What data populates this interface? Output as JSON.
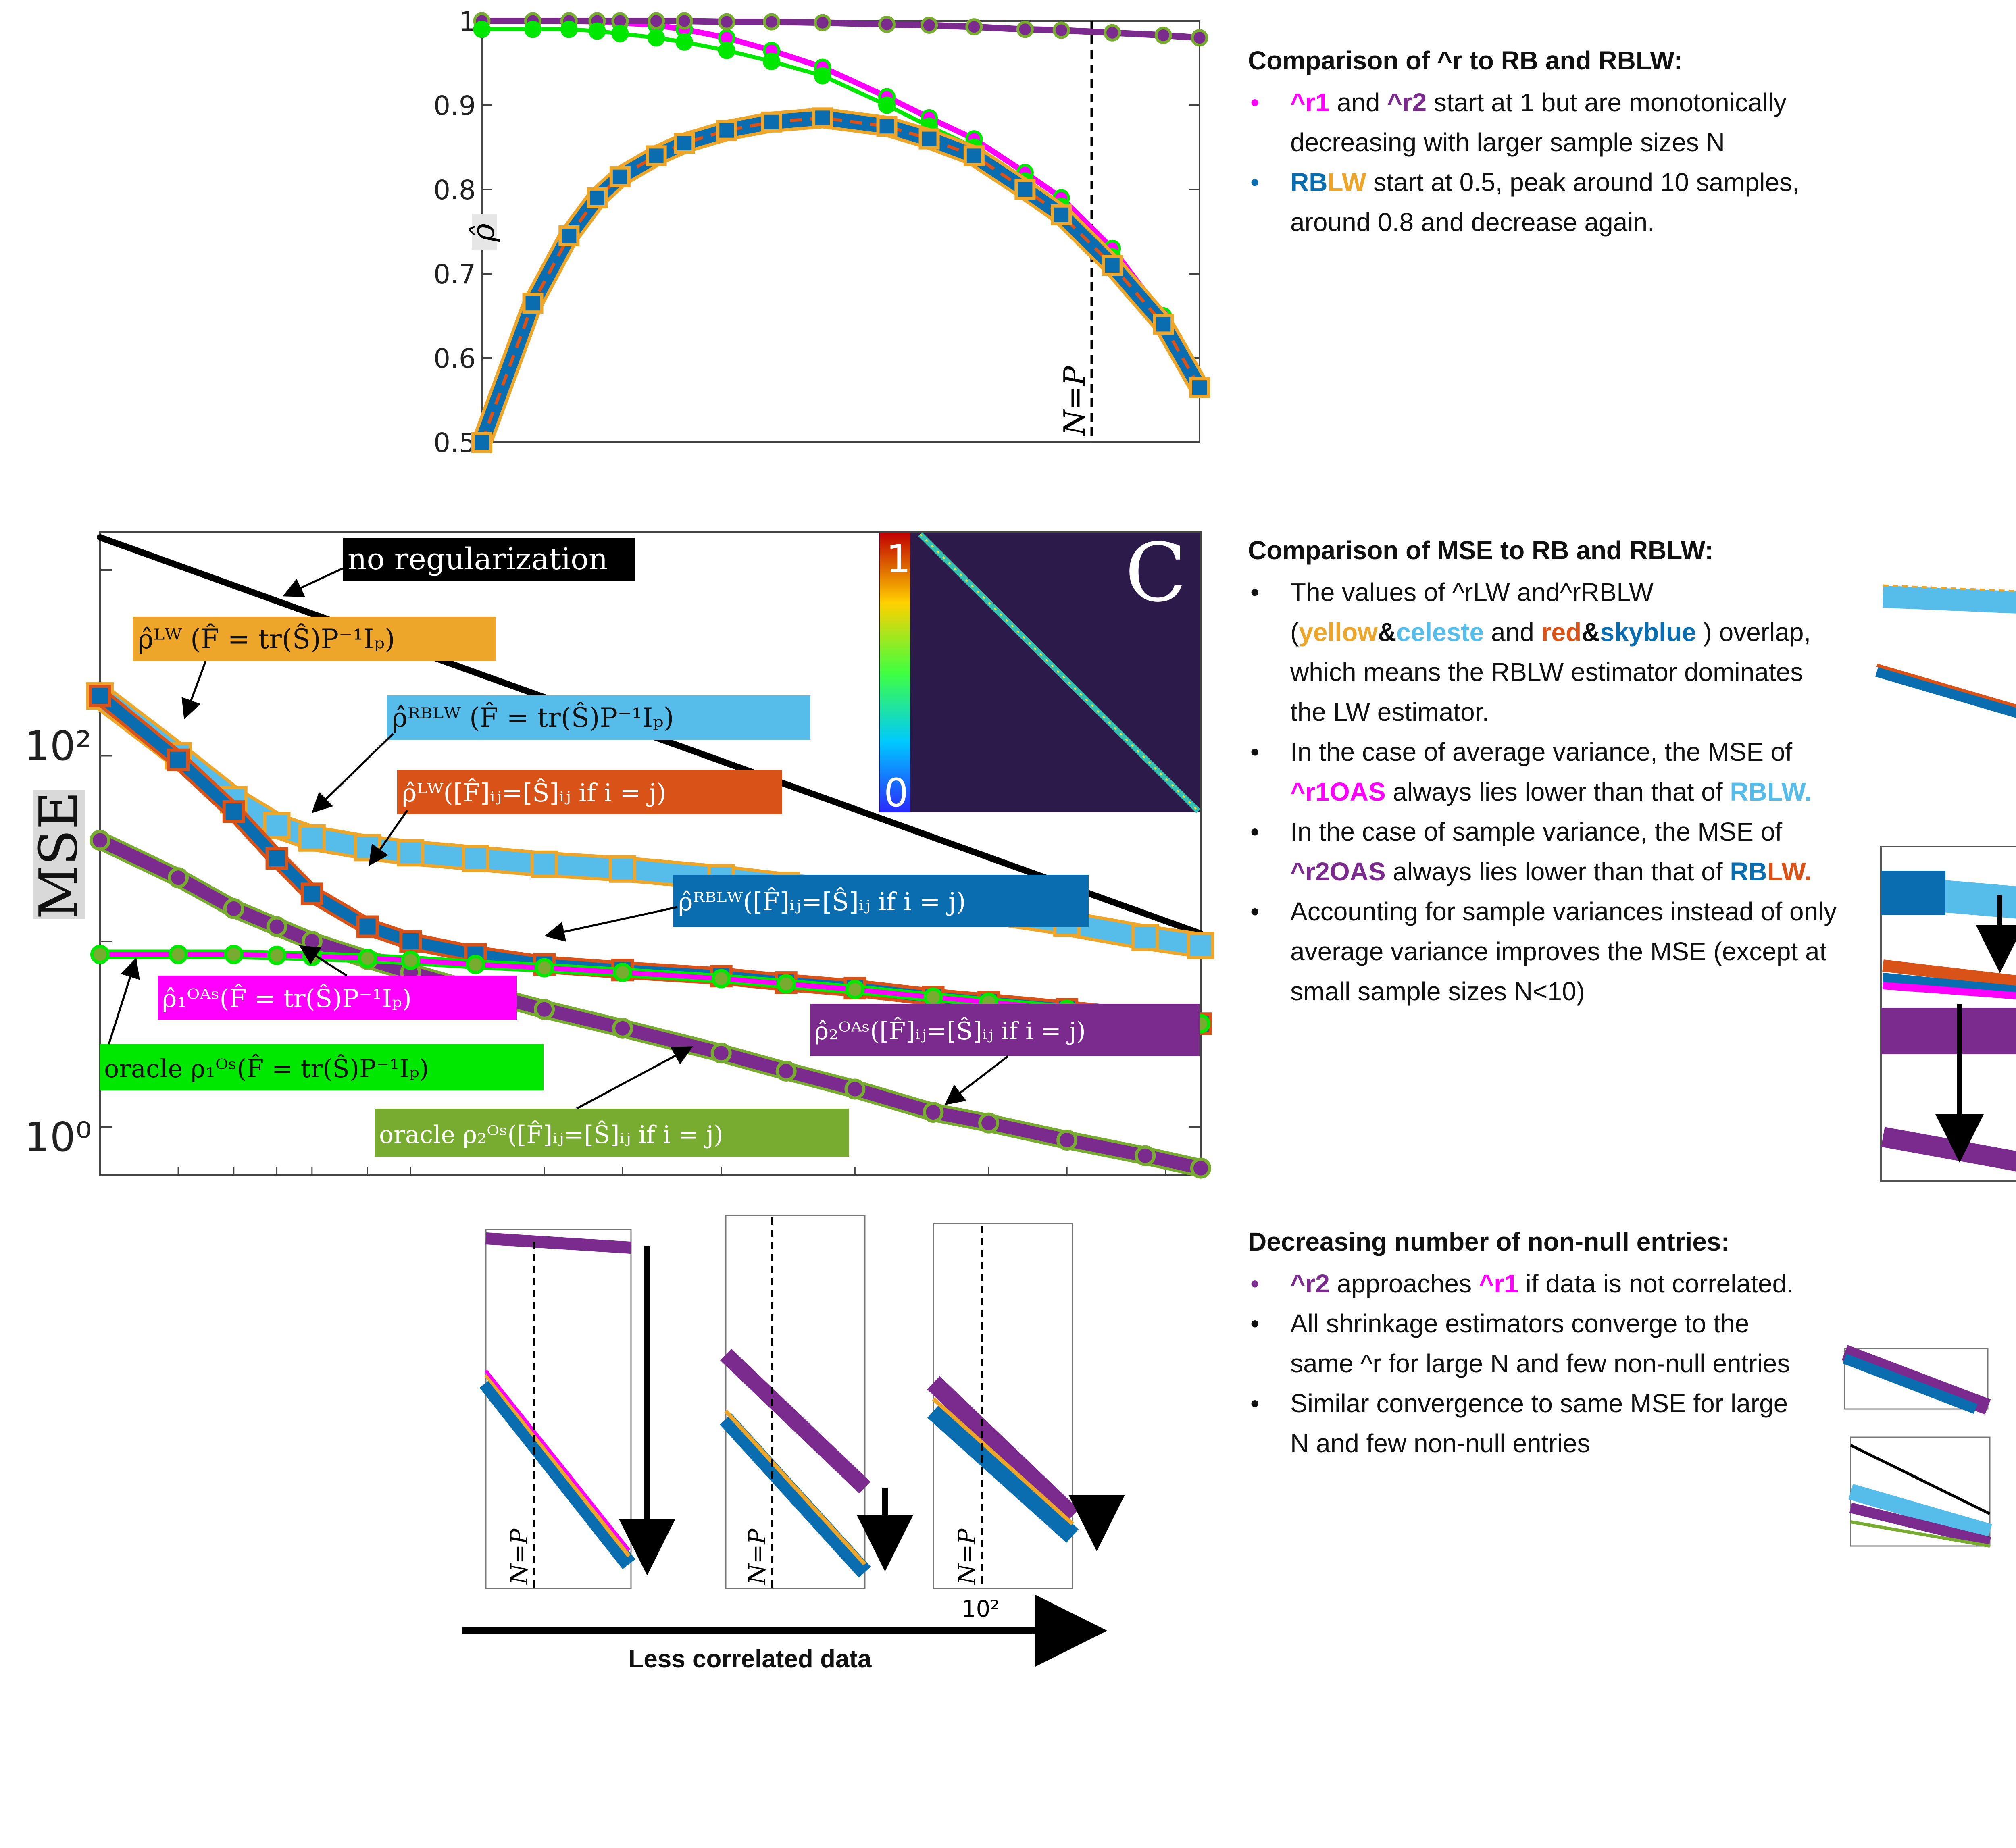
{
  "colors": {
    "magenta": "#ff00ff",
    "purple": "#7b2a8e",
    "blue": "#0a6db0",
    "yellow": "#eda62a",
    "celeste": "#56bdea",
    "red": "#d95218",
    "green": "#00e800",
    "olive": "#77ac30",
    "navy": "#2c1a4a",
    "black": "#000000"
  },
  "chart_data": [
    {
      "type": "line",
      "panel": "rho-hat",
      "ylabel": "ρ̂",
      "xscale": "log",
      "ylim": [
        0.5,
        1.0
      ],
      "yticks": [
        "0.5",
        "0.6",
        "0.7",
        "0.8",
        "0.9",
        "1"
      ],
      "annotation": "N=P",
      "series": [
        {
          "key": "r1_oas",
          "x": [
            2,
            3,
            4,
            5,
            6,
            8,
            10,
            14,
            20,
            30,
            50,
            70,
            100,
            150,
            200,
            300,
            450,
            600
          ],
          "y": [
            1.0,
            1.0,
            1.0,
            0.999,
            0.998,
            0.995,
            0.99,
            0.98,
            0.965,
            0.945,
            0.91,
            0.885,
            0.86,
            0.82,
            0.79,
            0.73,
            0.65,
            0.57
          ]
        },
        {
          "key": "r2_oas",
          "x": [
            2,
            3,
            4,
            5,
            6,
            8,
            10,
            14,
            20,
            30,
            50,
            70,
            100,
            150,
            200,
            300,
            450,
            600
          ],
          "y": [
            1.0,
            1.0,
            1.0,
            1.0,
            1.0,
            1.0,
            1.0,
            0.999,
            0.999,
            0.998,
            0.996,
            0.995,
            0.993,
            0.99,
            0.989,
            0.986,
            0.983,
            0.98
          ]
        },
        {
          "key": "oracle1",
          "x": [
            2,
            3,
            4,
            5,
            6,
            8,
            10,
            14,
            20,
            30,
            50,
            70,
            100,
            150,
            200,
            300,
            450,
            600
          ],
          "y": [
            0.99,
            0.99,
            0.99,
            0.988,
            0.985,
            0.98,
            0.975,
            0.965,
            0.952,
            0.935,
            0.9,
            0.875,
            0.85,
            0.81,
            0.78,
            0.72,
            0.645,
            0.57
          ]
        },
        {
          "key": "rblw",
          "x": [
            2,
            3,
            4,
            5,
            6,
            8,
            10,
            14,
            20,
            30,
            50,
            70,
            100,
            150,
            200,
            300,
            450,
            600
          ],
          "y": [
            0.5,
            0.665,
            0.745,
            0.79,
            0.815,
            0.84,
            0.855,
            0.87,
            0.88,
            0.885,
            0.875,
            0.86,
            0.84,
            0.8,
            0.77,
            0.71,
            0.64,
            0.565
          ]
        }
      ]
    },
    {
      "type": "line",
      "panel": "mse",
      "ylabel": "MSE",
      "yscale": "log",
      "xscale": "log",
      "yticks": [
        "10⁰",
        "10²"
      ],
      "series": [
        {
          "key": "no_reg",
          "x": [
            2,
            600
          ],
          "y": [
            1500,
            11
          ]
        },
        {
          "key": "rho_lw",
          "x": [
            2,
            3,
            4,
            5,
            6,
            8,
            10,
            14,
            20,
            30,
            50,
            70,
            100,
            150,
            200,
            300,
            450,
            600
          ],
          "y": [
            210,
            100,
            58,
            42,
            36,
            32,
            30,
            28,
            26,
            24.5,
            22,
            20,
            18,
            16,
            14.5,
            12.5,
            10.5,
            9.5
          ]
        },
        {
          "key": "rho_rblw_red",
          "x": [
            2,
            3,
            4,
            5,
            6,
            8,
            10,
            14,
            20,
            30,
            50,
            70,
            100,
            150,
            200,
            300,
            450,
            600
          ],
          "y": [
            210,
            95,
            50,
            28,
            18,
            12,
            10,
            8.5,
            7.5,
            7,
            6.5,
            6,
            5.6,
            5,
            4.7,
            4.3,
            3.9,
            3.6
          ]
        },
        {
          "key": "rho2_oas",
          "x": [
            2,
            3,
            4,
            5,
            6,
            8,
            10,
            14,
            20,
            30,
            50,
            70,
            100,
            150,
            200,
            300,
            450,
            600
          ],
          "y": [
            35,
            22,
            15,
            12,
            10,
            8,
            6.8,
            5.4,
            4.3,
            3.4,
            2.5,
            2,
            1.6,
            1.2,
            1.05,
            0.85,
            0.7,
            0.6
          ]
        },
        {
          "key": "rho1_oas",
          "x": [
            2,
            3,
            4,
            5,
            6,
            8,
            10,
            14,
            20,
            30,
            50,
            70,
            100,
            150,
            200,
            300,
            450,
            600
          ],
          "y": [
            8.5,
            8.5,
            8.5,
            8.4,
            8.3,
            8.1,
            7.9,
            7.5,
            7.2,
            6.8,
            6.3,
            5.9,
            5.5,
            5,
            4.7,
            4.3,
            3.9,
            3.6
          ]
        }
      ],
      "labels": {
        "no_reg": "no regularization",
        "rho_lw": "ρ̂ᴸᵂ (F̂ = tr(Ŝ)P⁻¹Iₚ)",
        "rho_rblw_celeste": "ρ̂ᴿᴮᴸᵂ (F̂ = tr(Ŝ)P⁻¹Iₚ)",
        "rho_lw_diag": "ρ̂ᴸᵂ([F̂]ᵢⱼ=[Ŝ]ᵢⱼ if i = j)",
        "rho_rblw_diag": "ρ̂ᴿᴮᴸᵂ([F̂]ᵢⱼ=[Ŝ]ᵢⱼ if i = j)",
        "rho1_oas": "ρ̂₁ᴼᴬˢ(F̂ = tr(Ŝ)P⁻¹Iₚ)",
        "oracle1": "oracle ρ₁ᴼˢ(F̂ = tr(Ŝ)P⁻¹Iₚ)",
        "rho2_oas": "ρ̂₂ᴼᴬˢ([F̂]ᵢⱼ=[Ŝ]ᵢⱼ if i = j)",
        "oracle2": "oracle ρ₂ᴼˢ([F̂]ᵢⱼ=[Ŝ]ᵢⱼ if i = j)"
      },
      "inset": {
        "type": "heatmap",
        "panel_letter": "C",
        "colorbar_max": "1",
        "colorbar_min": "0"
      }
    }
  ],
  "bottom": {
    "annotation": "N=P",
    "tick_label": "10²",
    "caption": "Less correlated data"
  },
  "notes": {
    "section1": {
      "title": "Comparison of ^r to RB and RBLW:",
      "b1_r1": "^r1",
      "b1_and": " and ",
      "b1_r2": "^r2",
      "b1_rest": " start at 1 but are monotonically decreasing with larger sample sizes N",
      "b2_rb": "RB",
      "b2_lw": "LW",
      "b2_rest": " start at 0.5, peak around 10 samples, around 0.8 and decrease again."
    },
    "section2": {
      "title": "Comparison of MSE to RB and RBLW:",
      "b1_a": "The values of ^rLW and^rRBLW (",
      "b1_yellow": "yellow",
      "b1_amp1": "&",
      "b1_celeste": "celeste",
      "b1_and": " and ",
      "b1_red": "red",
      "b1_amp2": "&",
      "b1_skyblue": "skyblue",
      "b1_rest": " ) overlap, which means the RBLW estimator dominates the LW estimator.",
      "b2_a": "In the case of average variance, the MSE of ",
      "b2_hl": "^r1OAS",
      "b2_b": " always lies lower than that of ",
      "b2_rb": "RB",
      "b2_lw": "LW.",
      "b3_a": "In the case of sample variance, the MSE of ",
      "b3_hl": "^r2OAS",
      "b3_b": " always lies lower than that of ",
      "b3_rb": "RB",
      "b3_lw": "LW.",
      "b4": "Accounting for sample variances instead of only average variance improves the MSE (except at small sample sizes N<10)"
    },
    "section3": {
      "title": "Decreasing number of non-null entries:",
      "b1_r2": "^r2",
      "b1_mid": " approaches ",
      "b1_r1": "^r1",
      "b1_rest": " if data is not correlated.",
      "b2": "All shrinkage estimators converge to the same ^r for large N and few non-null entries",
      "b3": "Similar convergence to same MSE for large N and few non-null entries"
    }
  }
}
